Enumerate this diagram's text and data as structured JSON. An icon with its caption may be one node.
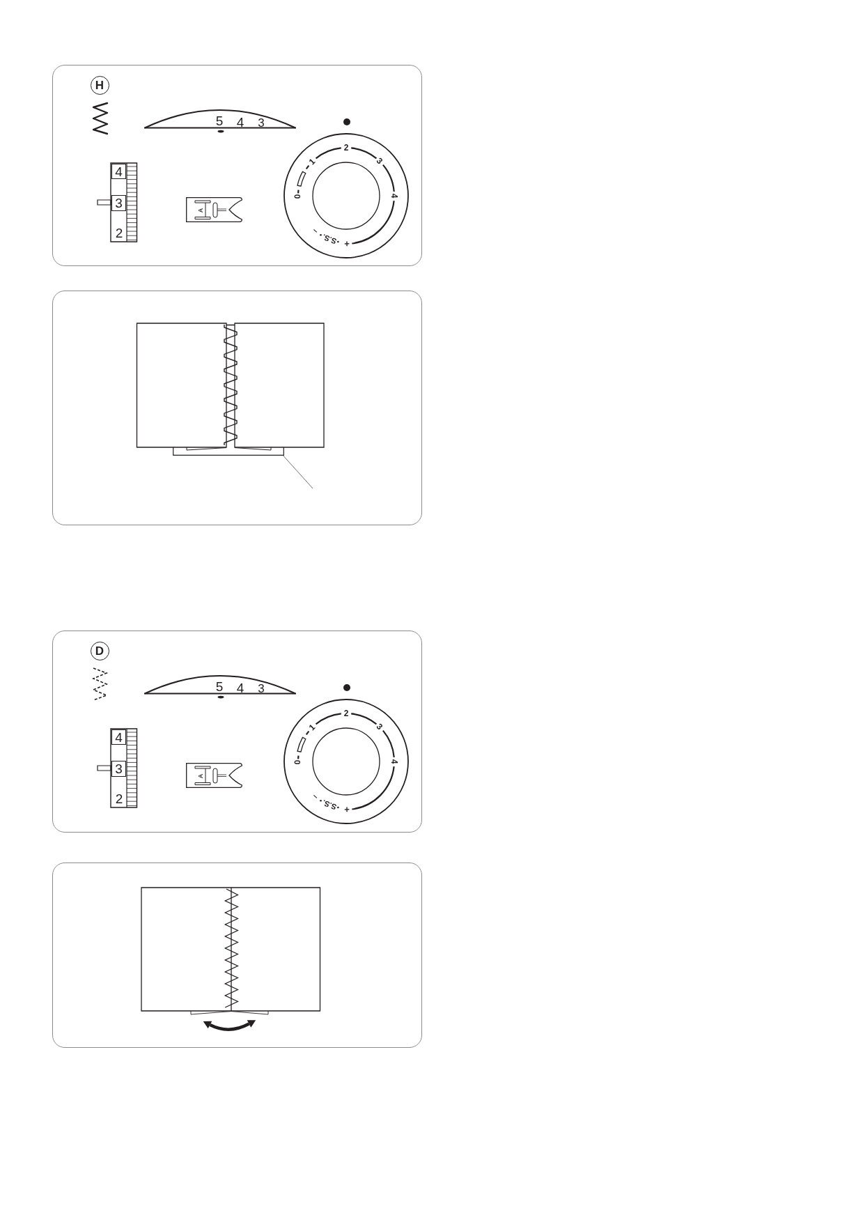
{
  "diagram": {
    "nodes": [
      {
        "text": [
          "H"
        ]
      },
      {
        "text": [
          "4"
        ]
      },
      {
        "text": [
          "3"
        ]
      },
      {
        "text": [
          "A"
        ]
      },
      {
        "text": [],
        "shape": "picture"
      },
      {
        "text": [
          "D"
        ]
      },
      {
        "text": [
          "4"
        ]
      },
      {
        "text": [
          "3"
        ]
      },
      {
        "text": [
          "A"
        ]
      }
    ],
    "edges": [
      {
        "from": null,
        "to": 4,
        "arrow": "none"
      }
    ],
    "labels": [
      "5",
      "4",
      "3",
      "0",
      "1",
      "2",
      "3",
      "4",
      "–",
      "S.S.",
      "+",
      "2",
      "5",
      "4",
      "3",
      "0",
      "1",
      "2",
      "3",
      "4",
      "–",
      "S.S.",
      "+",
      "2"
    ]
  }
}
